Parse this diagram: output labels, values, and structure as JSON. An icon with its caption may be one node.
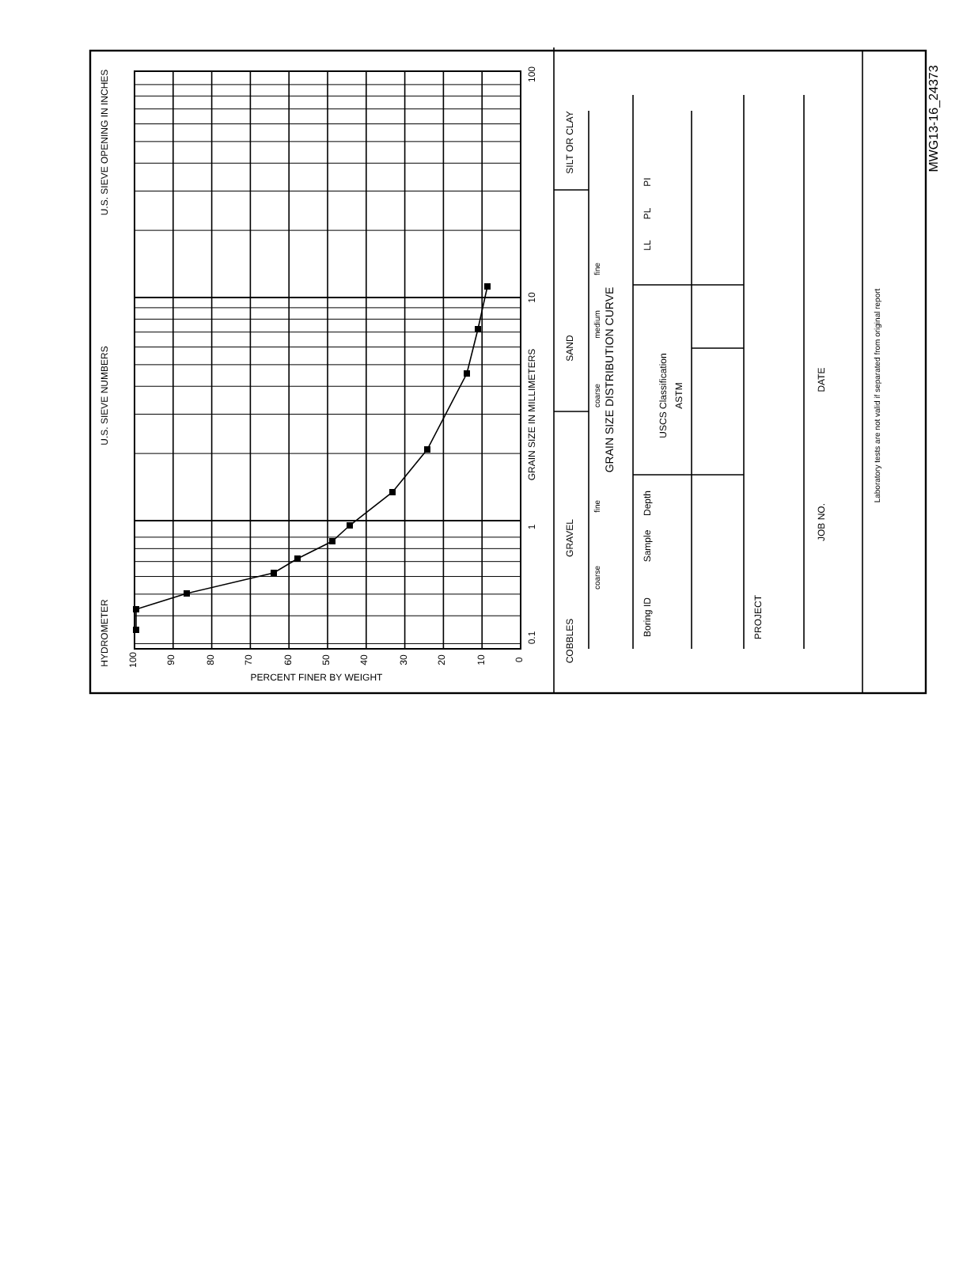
{
  "diagram": {
    "labels": [
      "MWG13-16_24373",
      "PERCENT FINER BY WEIGHT",
      "GRAIN SIZE IN MILLIMETERS",
      "U.S. SIEVE OPENING IN INCHES",
      "U.S. SIEVE NUMBERS",
      "HYDROMETER",
      "100",
      "90",
      "80",
      "70",
      "60",
      "50",
      "40",
      "30",
      "20",
      "10",
      "0",
      "0.1",
      "1",
      "10",
      "100",
      "COBBLES",
      "GRAVEL",
      "coarse",
      "fine",
      "SAND",
      "coarse",
      "medium",
      "fine",
      "SILT OR CLAY",
      "GRAIN SIZE DISTRIBUTION CURVE",
      "Boring ID",
      "Sample",
      "Depth",
      "USCS Classification",
      "LL",
      "PL",
      "PI",
      "ASTM",
      "PROJECT",
      "JOB NO.",
      "DATE",
      "Laboratory tests are not valid if separated from original report"
    ]
  }
}
